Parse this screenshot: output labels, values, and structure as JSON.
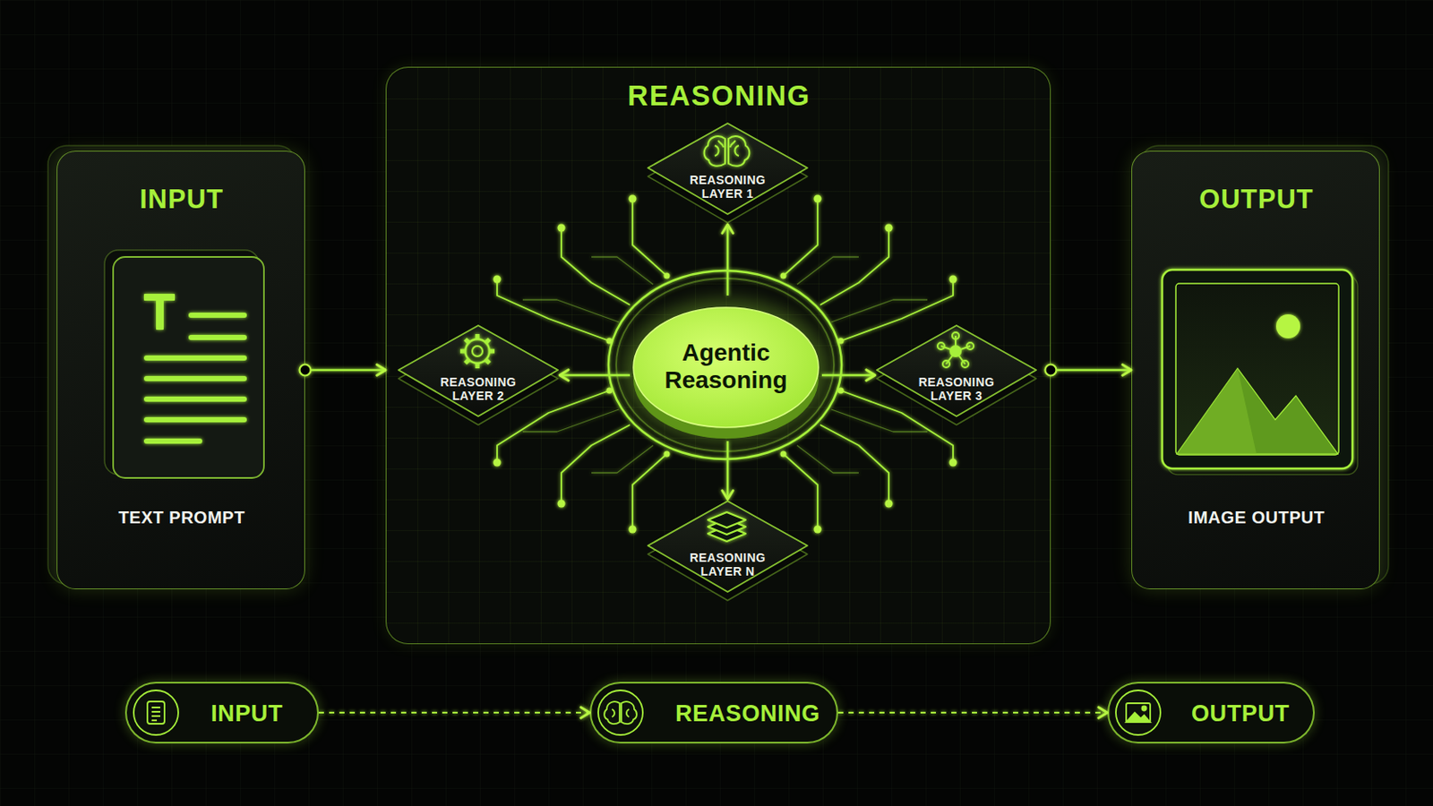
{
  "diagram": {
    "nodes": [
      {
        "text": [
          "INPUT",
          "TEXT PROMPT"
        ]
      },
      {
        "text": [
          "REASONING"
        ]
      },
      {
        "text": [
          "REASONING LAYER 1"
        ],
        "in": 1
      },
      {
        "text": [
          "REASONING LAYER 2"
        ],
        "in": 1
      },
      {
        "text": [
          "Agentic Reasoning"
        ],
        "in": 1
      },
      {
        "text": [
          "REASONING LAYER 3"
        ],
        "in": 1
      },
      {
        "text": [
          "REASONING LAYER N"
        ],
        "in": 1
      },
      {
        "text": [
          "OUTPUT",
          "IMAGE OUTPUT"
        ]
      },
      {
        "text": [
          "INPUT"
        ]
      },
      {
        "text": [
          "REASONING"
        ]
      },
      {
        "text": [
          "OUTPUT"
        ]
      }
    ],
    "edges": [
      {
        "from": 0,
        "to": 1,
        "arrow": "to"
      },
      {
        "from": 1,
        "to": 7,
        "arrow": "to"
      },
      {
        "from": 4,
        "to": 2,
        "arrow": "to"
      },
      {
        "from": 4,
        "to": 3,
        "arrow": "to"
      },
      {
        "from": 4,
        "to": 5,
        "arrow": "to"
      },
      {
        "from": 4,
        "to": 6,
        "arrow": "to"
      },
      {
        "from": 8,
        "to": 9,
        "arrow": "to"
      },
      {
        "from": 9,
        "to": 10,
        "arrow": "to"
      }
    ]
  }
}
